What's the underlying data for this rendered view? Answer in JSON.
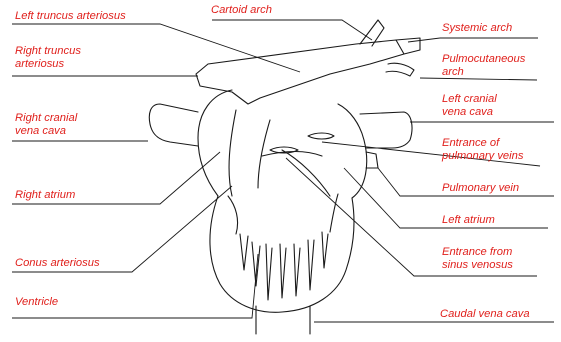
{
  "diagram": {
    "colors": {
      "label": "#e0201c",
      "line": "#1a1a1a",
      "background": "#ffffff"
    },
    "labels": {
      "left_truncus_arteriosus": "Left truncus arteriosus",
      "cartoid_arch": "Cartoid arch",
      "systemic_arch": "Systemic arch",
      "right_truncus_arteriosus": "Right truncus\narteriosus",
      "pulmocutaneous_arch": "Pulmocutaneous\narch",
      "left_cranial_vena_cava": "Left cranial\nvena cava",
      "right_cranial_vena_cava": "Right cranial\nvena cava",
      "entrance_of_pulmonary_veins": "Entrance of\npulmonary veins",
      "right_atrium": "Right atrium",
      "pulmonary_vein": "Pulmonary vein",
      "left_atrium": "Left atrium",
      "conus_arteriosus": "Conus arteriosus",
      "entrance_from_sinus_venosus": "Entrance from\nsinus venosus",
      "ventricle": "Ventricle",
      "caudal_vena_cava": "Caudal vena cava"
    }
  }
}
